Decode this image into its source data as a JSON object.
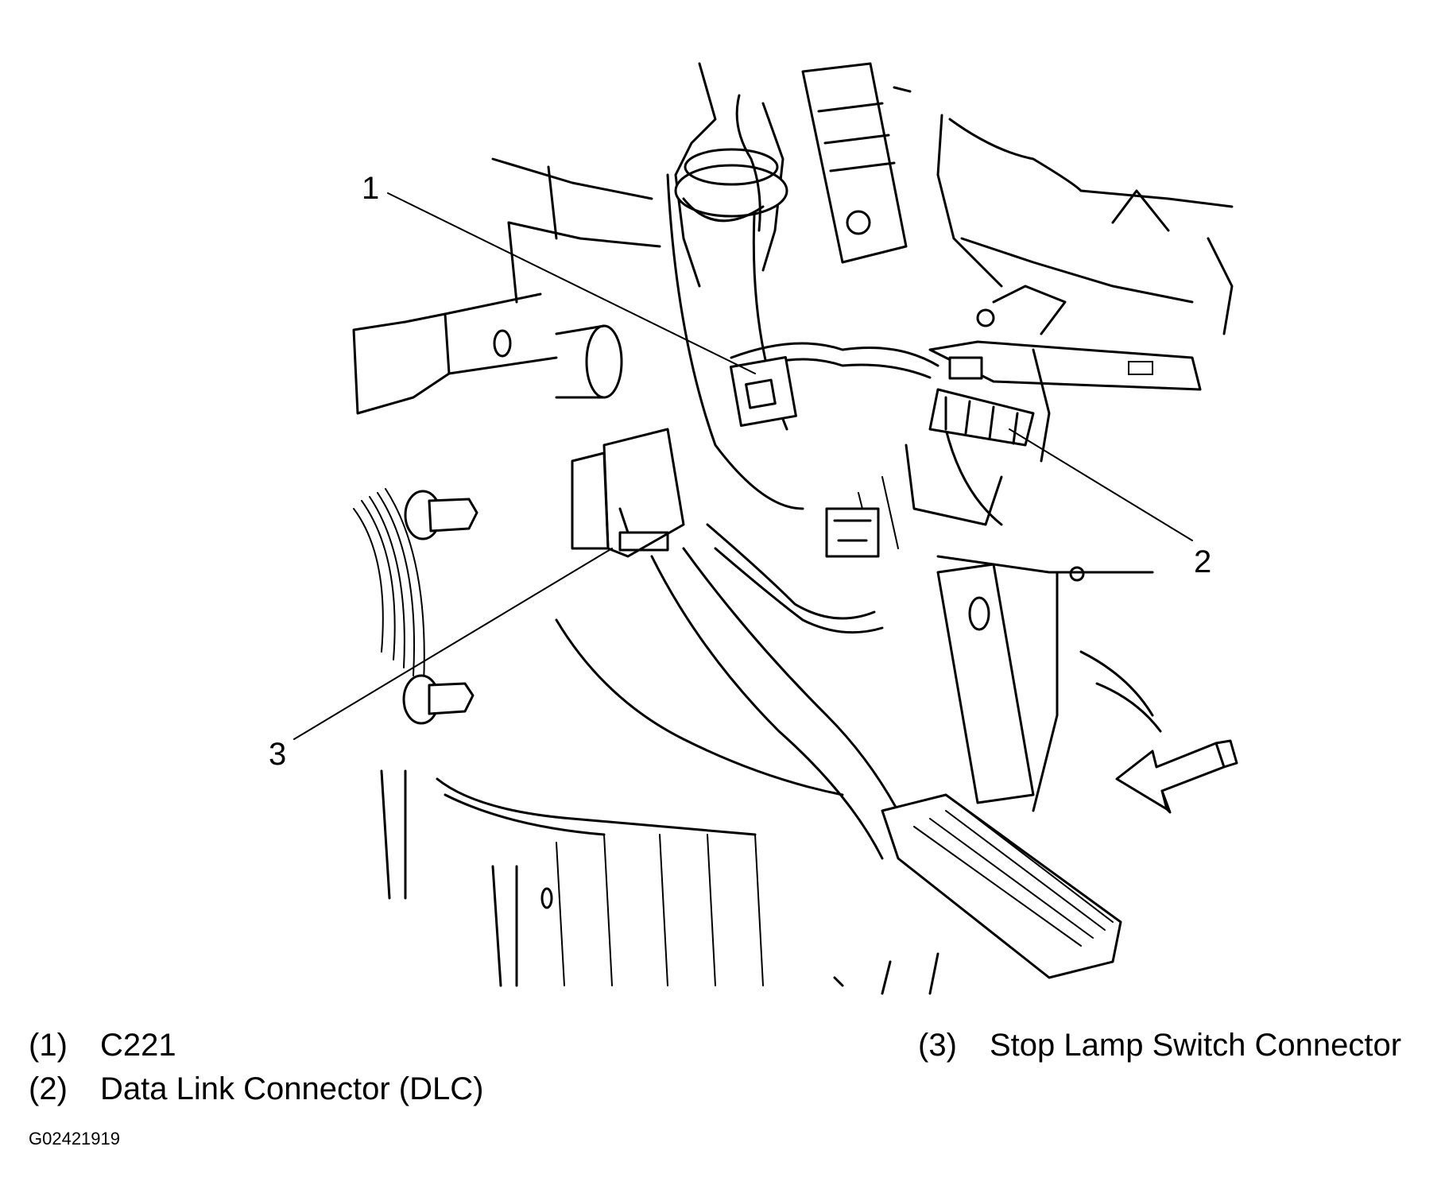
{
  "callouts": [
    {
      "id": "1",
      "label": "1"
    },
    {
      "id": "2",
      "label": "2"
    },
    {
      "id": "3",
      "label": "3"
    }
  ],
  "legend": [
    {
      "num": "(1)",
      "text": "C221"
    },
    {
      "num": "(2)",
      "text": "Data Link Connector (DLC)"
    },
    {
      "num": "(3)",
      "text": "Stop Lamp Switch Connector"
    }
  ],
  "figure_id": "G02421919",
  "colors": {
    "line": "#000000",
    "background": "#ffffff"
  }
}
